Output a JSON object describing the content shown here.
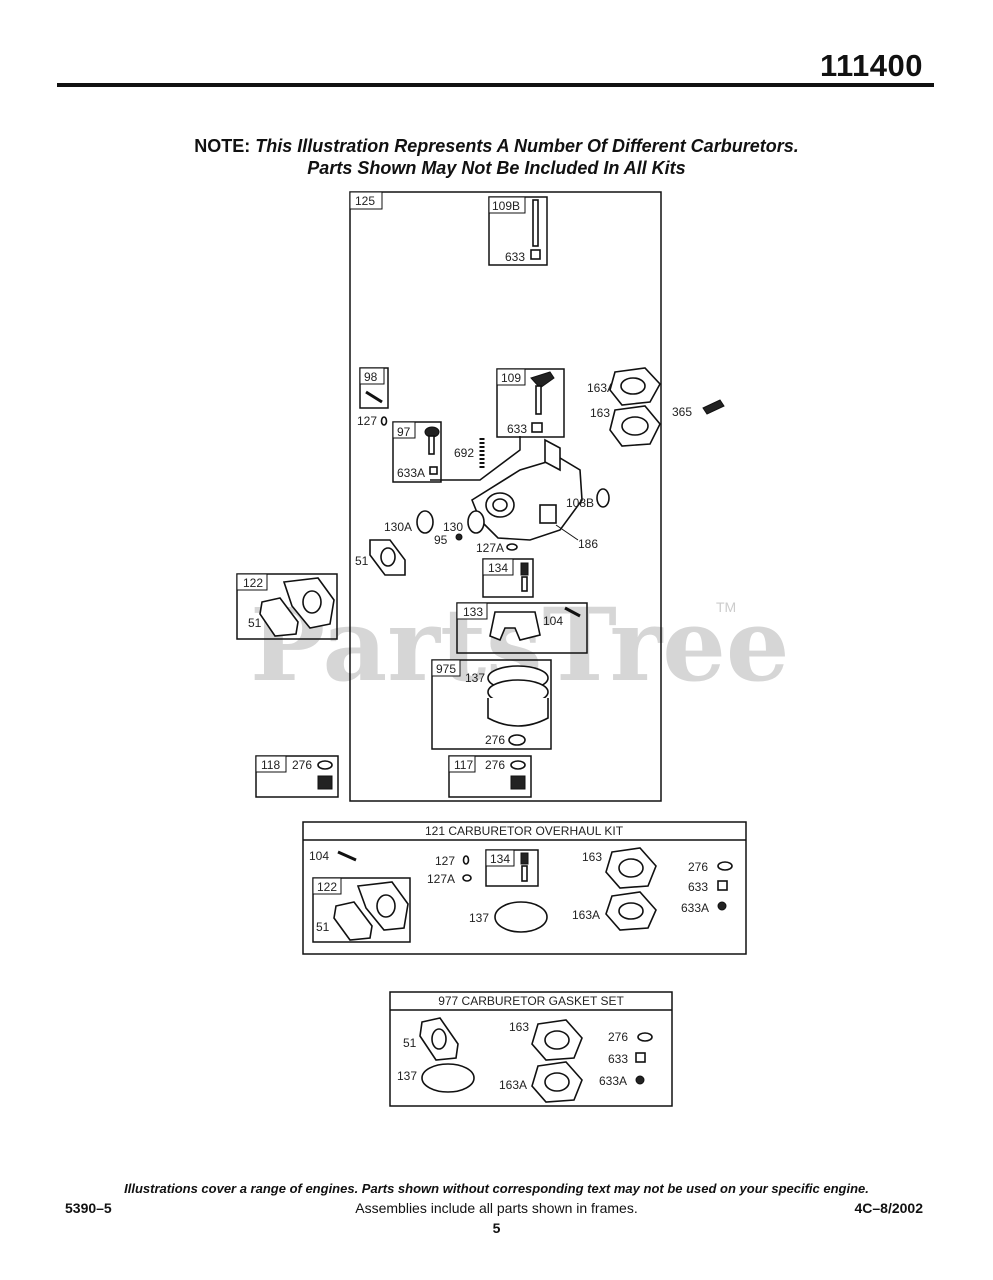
{
  "header": {
    "model_number": "111400"
  },
  "note": {
    "lead": "NOTE:",
    "line1": "This Illustration Represents A Number Of Different Carburetors.",
    "line2": "Parts Shown May Not Be Included In All Kits"
  },
  "watermark": {
    "text": "PartsTree",
    "tm": "TM"
  },
  "main_assembly": {
    "frame_label": "125",
    "frames": [
      {
        "label": "109B",
        "parts": [
          "633"
        ]
      },
      {
        "label": "98",
        "parts": []
      },
      {
        "label": "97",
        "parts": [
          "633A"
        ]
      },
      {
        "label": "109",
        "parts": [
          "633"
        ]
      },
      {
        "label": "134",
        "parts": []
      },
      {
        "label": "133",
        "parts": [
          "104"
        ]
      },
      {
        "label": "975",
        "parts": [
          "137",
          "276"
        ]
      },
      {
        "label": "117",
        "parts": [
          "276"
        ]
      }
    ],
    "loose_labels": [
      "127",
      "692",
      "163A",
      "163",
      "365",
      "108B",
      "130A",
      "130",
      "95",
      "127A",
      "186",
      "51"
    ]
  },
  "side_frames": [
    {
      "label": "122",
      "parts": [
        "51"
      ]
    },
    {
      "label": "118",
      "parts": [
        "276"
      ]
    }
  ],
  "overhaul_kit": {
    "title": "121 CARBURETOR OVERHAUL KIT",
    "labels": [
      "104",
      "127",
      "127A",
      "134",
      "163",
      "276",
      "633",
      "633A",
      "122",
      "51",
      "137",
      "163A"
    ]
  },
  "gasket_set": {
    "title": "977 CARBURETOR GASKET SET",
    "labels": [
      "51",
      "163",
      "276",
      "633",
      "137",
      "163A",
      "633A"
    ]
  },
  "footer": {
    "disclaimer": "Illustrations cover a range of engines. Parts shown without corresponding text may not be used on your specific engine.",
    "doc_number": "5390–5",
    "assemblies_note": "Assemblies include all parts shown in frames.",
    "date_code": "4C–8/2002",
    "page_number": "5"
  }
}
